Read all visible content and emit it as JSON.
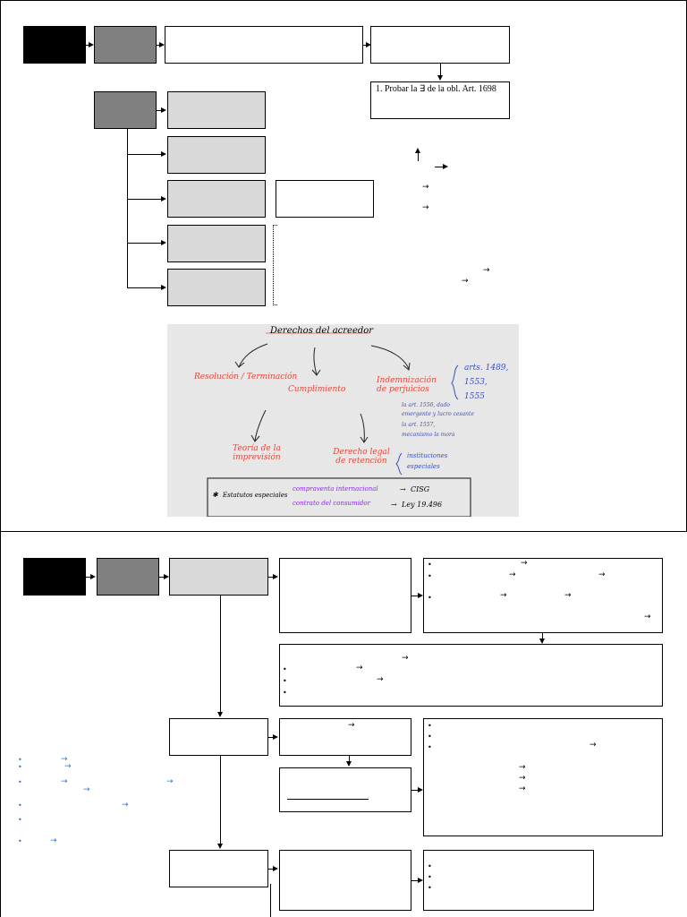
{
  "top_section": {
    "box_detail_text": "1. Probar la ∃ de la obl. Art. 1698"
  },
  "handwritten_note": {
    "title": "Derechos del acreedor",
    "branches": [
      "Resolución / Terminación",
      "Cumplimiento",
      "Indemnización de perjuicios"
    ],
    "sub_branches": [
      "Teoría de la imprevisión",
      "Derecho legal de retención"
    ],
    "articles": [
      "arts. 1489,",
      "1553,",
      "1555"
    ],
    "notes_blue": [
      "la art. 1556, dado",
      "emergente y lucro cesante",
      "la art. 1557,",
      "mecanismo la mora"
    ],
    "retention_note": [
      "instituciones",
      "especiales"
    ],
    "bottom_box": {
      "star_label": "Estatutos especiales",
      "lines": [
        {
          "text": "compraventa internacional",
          "target": "CISG"
        },
        {
          "text": "contrato del consumidor",
          "target": "Ley 19.496"
        }
      ]
    }
  },
  "colors": {
    "black_box": "#000000",
    "dark_gray_box": "#808080",
    "light_gray_box": "#d9d9d9",
    "note_background": "#e7e7e7",
    "note_red": "#e0483a",
    "note_blue": "#3a4fb8",
    "note_purple": "#8a2be2",
    "bullet_blue": "#2e75d6"
  },
  "icons": [
    "arrow-right-icon",
    "arrow-down-icon",
    "arrow-up-icon",
    "bullet-icon",
    "star-icon"
  ]
}
